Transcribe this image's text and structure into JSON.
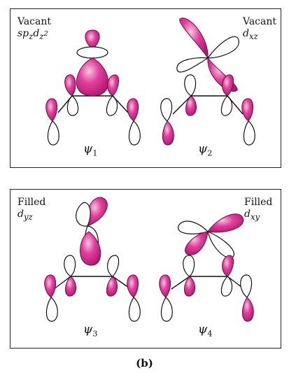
{
  "panels": [
    {
      "left": {
        "state": "Vacant",
        "orbital_base": "sp",
        "orbital_sub1": "z",
        "orbital_mid": "d",
        "orbital_sub2": "z",
        "orbital_sup": "2",
        "psi_sub": "1"
      },
      "right": {
        "state": "Vacant",
        "orbital_base": "d",
        "orbital_sub": "xz",
        "psi_sub": "2"
      }
    },
    {
      "left": {
        "state": "Filled",
        "orbital_base": "d",
        "orbital_sub": "yz",
        "psi_sub": "3"
      },
      "right": {
        "state": "Filled",
        "orbital_base": "d",
        "orbital_sub": "xy",
        "psi_sub": "4"
      }
    }
  ],
  "psi_symbol": "ψ",
  "caption": "(b)",
  "colors": {
    "lobe_shaded": "#d62a8e",
    "lobe_outline": "#111111"
  }
}
